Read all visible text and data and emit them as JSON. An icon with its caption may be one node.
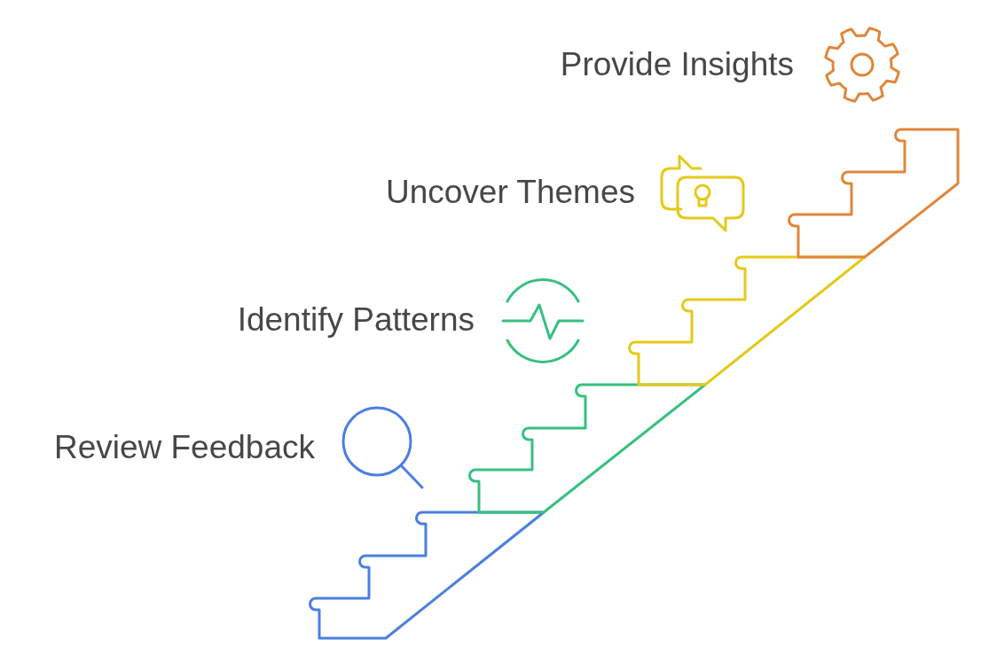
{
  "diagram": {
    "labels": [
      "Provide Insights",
      "Uncover Themes",
      "Identify Patterns",
      "Review Feedback"
    ]
  }
}
